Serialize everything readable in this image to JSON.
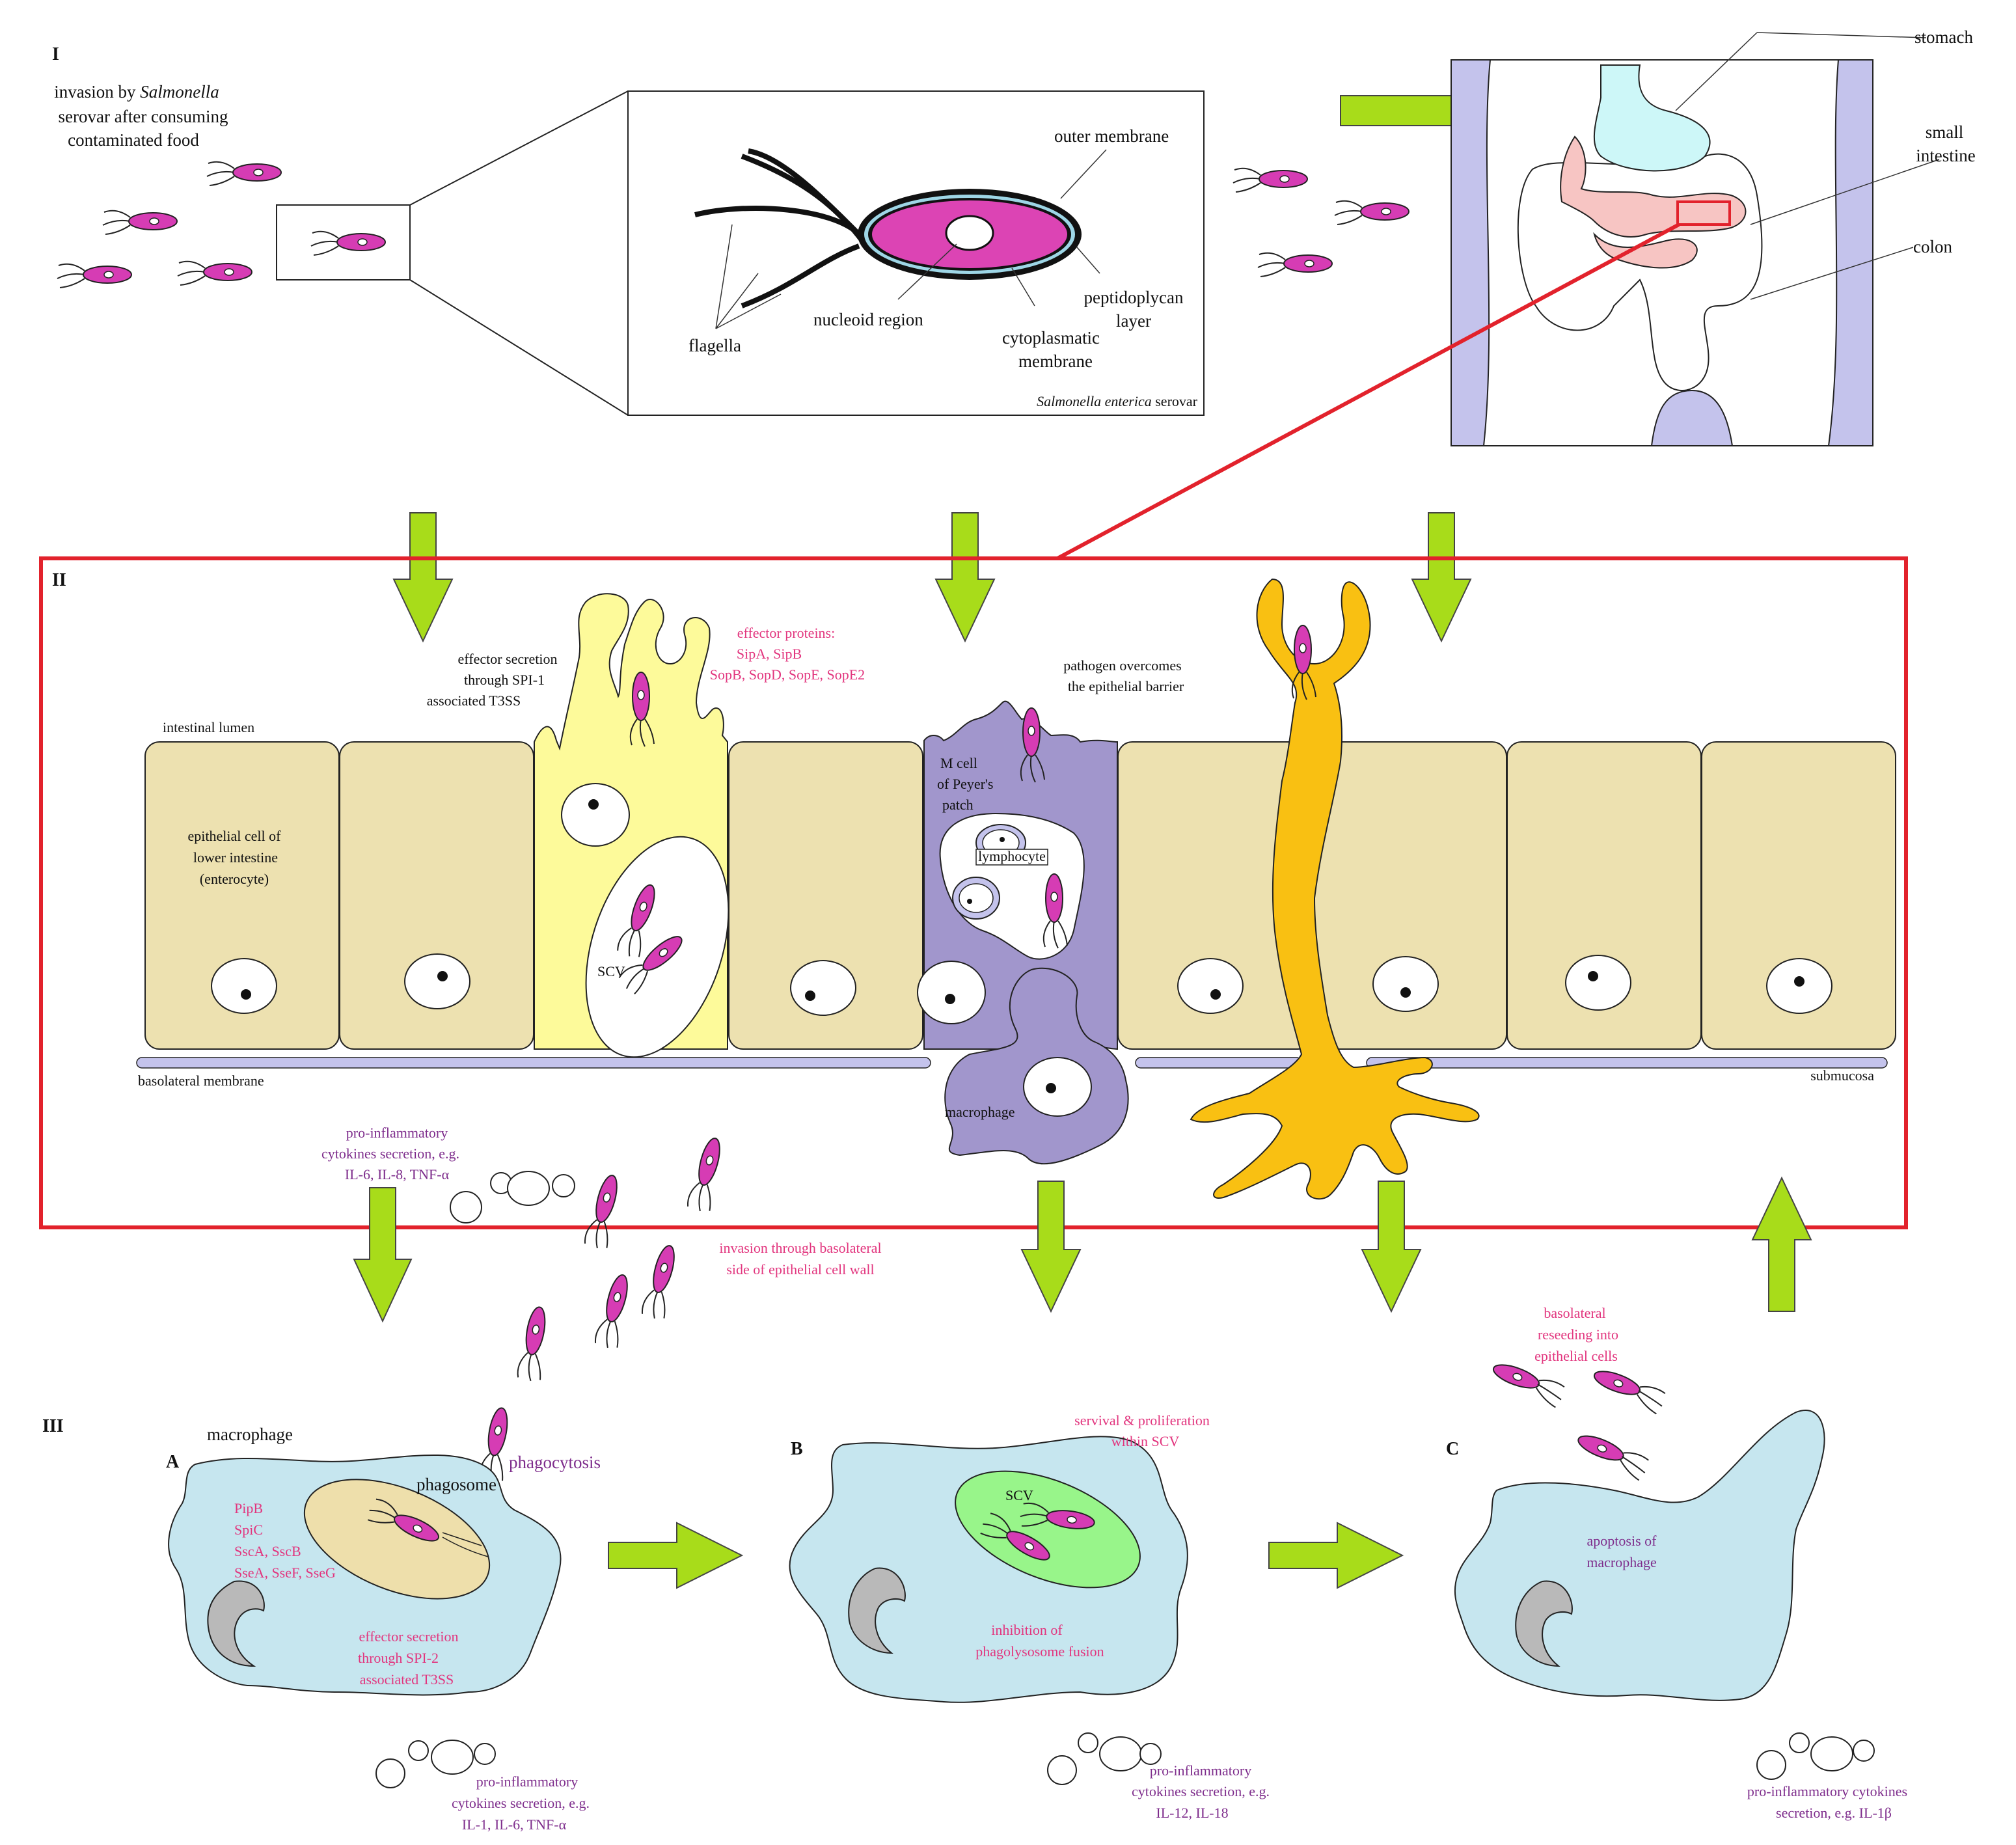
{
  "section_labels": {
    "i": "I",
    "ii": "II",
    "iii": "III",
    "a": "A",
    "b": "B",
    "c": "C"
  },
  "section_i": {
    "invasion_line1": "invasion by ",
    "invasion_italic": "Salmonella",
    "invasion_line2": "serovar after consuming",
    "invasion_line3": "contaminated food",
    "outer_membrane": "outer membrane",
    "flagella": "flagella",
    "nucleoid_region": "nucleoid region",
    "cytoplasmatic_line1": "cytoplasmatic",
    "cytoplasmatic_line2": "membrane",
    "peptido_line1": "peptidoplycan",
    "peptido_line2": "layer",
    "species_italic": "Salmonella enterica",
    "species_rest": " serovar",
    "stomach": "stomach",
    "small_intestine_line1": "small",
    "small_intestine_line2": "intestine",
    "colon": "colon"
  },
  "section_ii": {
    "effector_secretion_line1": "effector secretion",
    "effector_secretion_line2": "through SPI-1",
    "effector_secretion_line3": "associated T3SS",
    "effector_proteins_line1": "effector proteins:",
    "effector_proteins_line2": "SipA, SipB",
    "effector_proteins_line3": "SopB, SopD, SopE, SopE2",
    "pathogen_line1": "pathogen overcomes",
    "pathogen_line2": "the epithelial barrier",
    "intestinal_lumen": "intestinal lumen",
    "epithelial_line1": "epithelial cell of",
    "epithelial_line2": "lower intestine",
    "epithelial_line3": "(enterocyte)",
    "m_cell_line1": "M cell",
    "m_cell_line2": "of Peyer's",
    "m_cell_line3": "patch",
    "lymphocyte": "lymphocyte",
    "scv": "SCV",
    "macrophage": "macrophage",
    "basolateral_membrane": "basolateral membrane",
    "submucosa": "submucosa",
    "cytokines_line1": "pro-inflammatory",
    "cytokines_line2": "cytokines secretion, e.g.",
    "cytokines_line3": "IL-6, IL-8, TNF-α",
    "basolateral_invasion_line1": "invasion through basolateral",
    "basolateral_invasion_line2": "side of epithelial cell wall"
  },
  "section_iii": {
    "macrophage": "macrophage",
    "phagosome": "phagosome",
    "phagocytosis": "phagocytosis",
    "effectors_1": "PipB",
    "effectors_2": "SpiC",
    "effectors_3": "SscA, SscB",
    "effectors_4": "SseA, SseF, SseG",
    "spi2_line1": "effector secretion",
    "spi2_line2": "through SPI-2",
    "spi2_line3": "associated T3SS",
    "a_cyto_line1": "pro-inflammatory",
    "a_cyto_line2": "cytokines secretion, e.g.",
    "a_cyto_line3": "IL-1, IL-6, TNF-α",
    "survival_line1": "servival & proliferation",
    "survival_line2": "within SCV",
    "scv": "SCV",
    "inhibition_line1": "inhibition of",
    "inhibition_line2": "phagolysosome fusion",
    "b_cyto_line1": "pro-inflammatory",
    "b_cyto_line2": "cytokines secretion, e.g.",
    "b_cyto_line3": "IL-12, IL-18",
    "reseeding_line1": "basolateral",
    "reseeding_line2": "reseeding into",
    "reseeding_line3": "epithelial cells",
    "apoptosis_line1": "apoptosis of",
    "apoptosis_line2": "macrophage",
    "c_cyto_line1": "pro-inflammatory cytokines",
    "c_cyto_line2": "secretion, e.g. IL-1β"
  },
  "colors": {
    "bacterium": "#d63cb4",
    "frame_red": "#e2222c",
    "arrow_green": "#a8dc1a",
    "enterocyte": "#ede1b0",
    "infected_cell": "#fdfa9a",
    "m_cell": "#a196cc",
    "dendritic": "#f9c012",
    "macrophage_blue": "#c6e6ef",
    "scv_green": "#98f58a",
    "phagosome_tan": "#eedfab",
    "body_lavender": "#c4c3ec",
    "stomach_cyan": "#cdf7f8",
    "intestine_pink": "#f7c5c3",
    "text_pink": "#e2357e",
    "text_purple": "#7e2d8c"
  }
}
